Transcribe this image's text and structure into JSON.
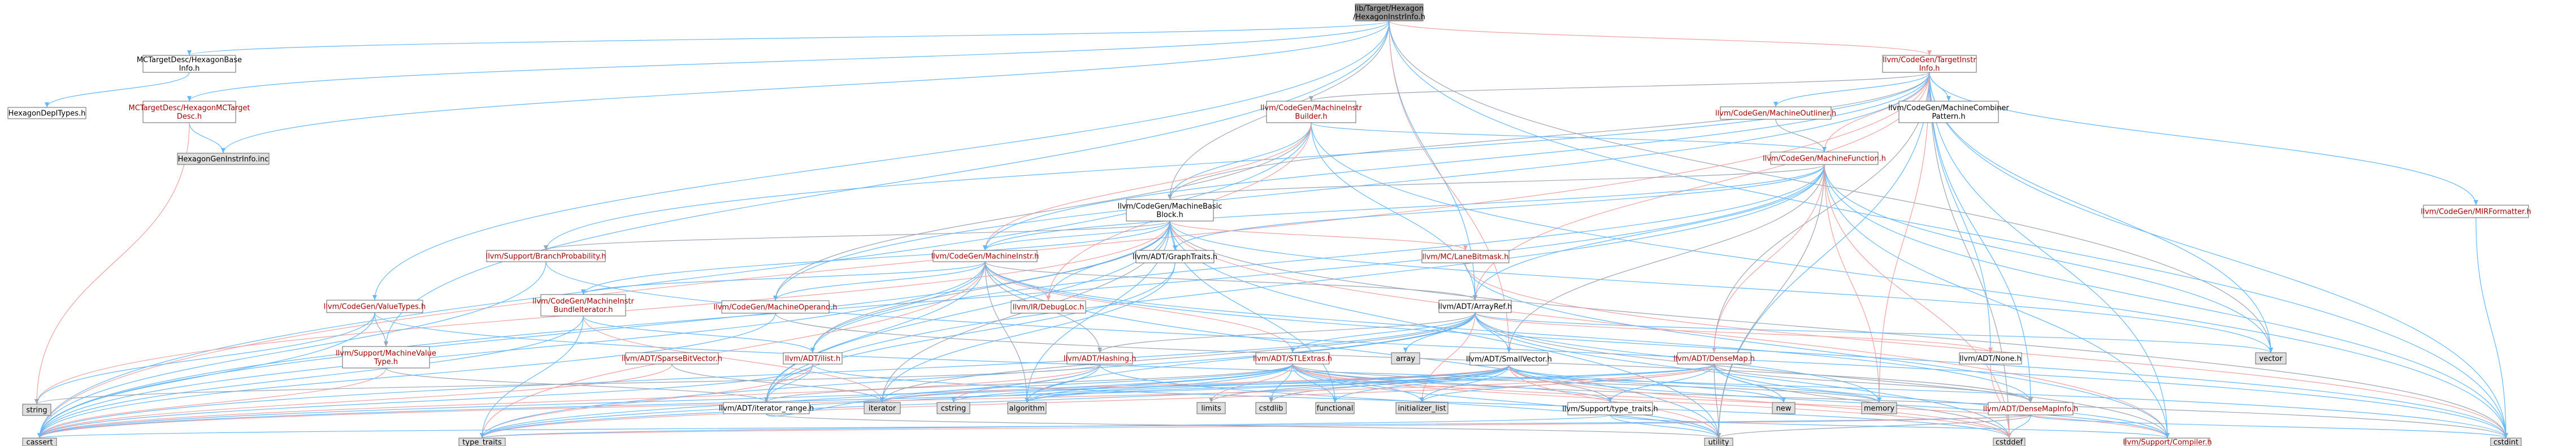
{
  "colors": {
    "root_fill": "#9a9a9a",
    "node_fill": "#ffffff",
    "red_text": "#a50000",
    "system_fill": "#e0e0e0",
    "edge_main": "#63b8ff",
    "edge_alt": "#f2a1a1",
    "edge_gray": "#9aa5b5"
  },
  "diagram": {
    "nodes": [
      {
        "id": "root",
        "lines": [
          "lib/Target/Hexagon",
          "/HexagonInstrInfo.h"
        ],
        "kind": "root"
      },
      {
        "id": "mctdesc_base",
        "lines": [
          "MCTargetDesc/HexagonBase",
          "Info.h"
        ],
        "kind": "plain"
      },
      {
        "id": "hexdeptypes",
        "lines": [
          "HexagonDepITypes.h"
        ],
        "kind": "plain"
      },
      {
        "id": "mctdesc_mc",
        "lines": [
          "MCTargetDesc/HexagonMCTarget",
          "Desc.h"
        ],
        "kind": "red"
      },
      {
        "id": "genii",
        "lines": [
          "HexagonGenInstrInfo.inc"
        ],
        "kind": "system"
      },
      {
        "id": "tii",
        "lines": [
          "llvm/CodeGen/TargetInstr",
          "Info.h"
        ],
        "kind": "red"
      },
      {
        "id": "mib",
        "lines": [
          "llvm/CodeGen/MachineInstr",
          "Builder.h"
        ],
        "kind": "red"
      },
      {
        "id": "moutl",
        "lines": [
          "llvm/CodeGen/MachineOutliner.h"
        ],
        "kind": "red"
      },
      {
        "id": "mcomb",
        "lines": [
          "llvm/CodeGen/MachineCombiner",
          "Pattern.h"
        ],
        "kind": "plain"
      },
      {
        "id": "mirfmt",
        "lines": [
          "llvm/CodeGen/MIRFormatter.h"
        ],
        "kind": "red"
      },
      {
        "id": "mf",
        "lines": [
          "llvm/CodeGen/MachineFunction.h"
        ],
        "kind": "red"
      },
      {
        "id": "mbb",
        "lines": [
          "llvm/CodeGen/MachineBasic",
          "Block.h"
        ],
        "kind": "plain"
      },
      {
        "id": "bprob",
        "lines": [
          "llvm/Support/BranchProbability.h"
        ],
        "kind": "red"
      },
      {
        "id": "mi",
        "lines": [
          "llvm/CodeGen/MachineInstr.h"
        ],
        "kind": "red"
      },
      {
        "id": "graphtraits",
        "lines": [
          "llvm/ADT/GraphTraits.h"
        ],
        "kind": "plain"
      },
      {
        "id": "lanebm",
        "lines": [
          "llvm/MC/LaneBitmask.h"
        ],
        "kind": "red"
      },
      {
        "id": "vtypes",
        "lines": [
          "llvm/CodeGen/ValueTypes.h"
        ],
        "kind": "red"
      },
      {
        "id": "mibundle",
        "lines": [
          "llvm/CodeGen/MachineInstr",
          "BundleIterator.h"
        ],
        "kind": "red"
      },
      {
        "id": "mop",
        "lines": [
          "llvm/CodeGen/MachineOperand.h"
        ],
        "kind": "red"
      },
      {
        "id": "debugloc",
        "lines": [
          "llvm/IR/DebugLoc.h"
        ],
        "kind": "red"
      },
      {
        "id": "arrayref",
        "lines": [
          "llvm/ADT/ArrayRef.h"
        ],
        "kind": "plain"
      },
      {
        "id": "mvt",
        "lines": [
          "llvm/Support/MachineValue",
          "Type.h"
        ],
        "kind": "red"
      },
      {
        "id": "sbv",
        "lines": [
          "llvm/ADT/SparseBitVector.h"
        ],
        "kind": "red"
      },
      {
        "id": "ilist",
        "lines": [
          "llvm/ADT/ilist.h"
        ],
        "kind": "red"
      },
      {
        "id": "hashing",
        "lines": [
          "llvm/ADT/Hashing.h"
        ],
        "kind": "red"
      },
      {
        "id": "stlextras",
        "lines": [
          "llvm/ADT/STLExtras.h"
        ],
        "kind": "red"
      },
      {
        "id": "array",
        "lines": [
          "array"
        ],
        "kind": "system"
      },
      {
        "id": "smallvec",
        "lines": [
          "llvm/ADT/SmallVector.h"
        ],
        "kind": "plain"
      },
      {
        "id": "densemap",
        "lines": [
          "llvm/ADT/DenseMap.h"
        ],
        "kind": "red"
      },
      {
        "id": "none",
        "lines": [
          "llvm/ADT/None.h"
        ],
        "kind": "plain"
      },
      {
        "id": "vector",
        "lines": [
          "vector"
        ],
        "kind": "system"
      },
      {
        "id": "string",
        "lines": [
          "string"
        ],
        "kind": "system"
      },
      {
        "id": "irange",
        "lines": [
          "llvm/ADT/iterator_range.h"
        ],
        "kind": "plain"
      },
      {
        "id": "iterator",
        "lines": [
          "iterator"
        ],
        "kind": "system"
      },
      {
        "id": "cstring",
        "lines": [
          "cstring"
        ],
        "kind": "system"
      },
      {
        "id": "algorithm",
        "lines": [
          "algorithm"
        ],
        "kind": "system"
      },
      {
        "id": "limits",
        "lines": [
          "limits"
        ],
        "kind": "system"
      },
      {
        "id": "cstdlib",
        "lines": [
          "cstdlib"
        ],
        "kind": "system"
      },
      {
        "id": "functional",
        "lines": [
          "functional"
        ],
        "kind": "system"
      },
      {
        "id": "initlist",
        "lines": [
          "initializer_list"
        ],
        "kind": "system"
      },
      {
        "id": "typetraits_h",
        "lines": [
          "llvm/Support/type_traits.h"
        ],
        "kind": "plain"
      },
      {
        "id": "new",
        "lines": [
          "new"
        ],
        "kind": "system"
      },
      {
        "id": "memory",
        "lines": [
          "memory"
        ],
        "kind": "system"
      },
      {
        "id": "densemapinfo",
        "lines": [
          "llvm/ADT/DenseMapInfo.h"
        ],
        "kind": "red"
      },
      {
        "id": "cassert",
        "lines": [
          "cassert"
        ],
        "kind": "system"
      },
      {
        "id": "type_traits",
        "lines": [
          "type_traits"
        ],
        "kind": "system"
      },
      {
        "id": "utility",
        "lines": [
          "utility"
        ],
        "kind": "system"
      },
      {
        "id": "cstddef",
        "lines": [
          "cstddef"
        ],
        "kind": "system"
      },
      {
        "id": "compiler",
        "lines": [
          "llvm/Support/Compiler.h"
        ],
        "kind": "red"
      },
      {
        "id": "cstdint",
        "lines": [
          "cstdint"
        ],
        "kind": "system"
      }
    ],
    "edges": [
      [
        "root",
        "mctdesc_base"
      ],
      [
        "root",
        "mctdesc_mc"
      ],
      [
        "root",
        "genii"
      ],
      [
        "root",
        "tii"
      ],
      [
        "root",
        "mbb"
      ],
      [
        "root",
        "vtypes"
      ],
      [
        "root",
        "mvt"
      ],
      [
        "root",
        "arrayref"
      ],
      [
        "root",
        "smallvec"
      ],
      [
        "root",
        "vector"
      ],
      [
        "root",
        "cstdint"
      ],
      [
        "mctdesc_base",
        "hexdeptypes"
      ],
      [
        "mctdesc_mc",
        "genii"
      ],
      [
        "mctdesc_mc",
        "string"
      ],
      [
        "tii",
        "mib"
      ],
      [
        "tii",
        "moutl"
      ],
      [
        "tii",
        "mcomb"
      ],
      [
        "tii",
        "mirfmt"
      ],
      [
        "tii",
        "mf"
      ],
      [
        "tii",
        "mbb"
      ],
      [
        "tii",
        "mi"
      ],
      [
        "tii",
        "mop"
      ],
      [
        "tii",
        "bprob"
      ],
      [
        "tii",
        "arrayref"
      ],
      [
        "tii",
        "densemap"
      ],
      [
        "tii",
        "densemapinfo"
      ],
      [
        "tii",
        "none"
      ],
      [
        "tii",
        "vector"
      ],
      [
        "tii",
        "cassert"
      ],
      [
        "tii",
        "cstddef"
      ],
      [
        "tii",
        "cstdint"
      ],
      [
        "tii",
        "utility"
      ],
      [
        "tii",
        "compiler"
      ],
      [
        "tii",
        "memory"
      ],
      [
        "moutl",
        "mf"
      ],
      [
        "mirfmt",
        "cstdint"
      ],
      [
        "mib",
        "mf"
      ],
      [
        "mib",
        "mbb"
      ],
      [
        "mib",
        "mi"
      ],
      [
        "mib",
        "mop"
      ],
      [
        "mib",
        "arrayref"
      ],
      [
        "mib",
        "cassert"
      ],
      [
        "mib",
        "cstdint"
      ],
      [
        "mib",
        "debugloc"
      ],
      [
        "mf",
        "mbb"
      ],
      [
        "mf",
        "mi"
      ],
      [
        "mf",
        "graphtraits"
      ],
      [
        "mf",
        "arrayref"
      ],
      [
        "mf",
        "densemap"
      ],
      [
        "mf",
        "smallvec"
      ],
      [
        "mf",
        "ilist"
      ],
      [
        "mf",
        "irange"
      ],
      [
        "mf",
        "vector"
      ],
      [
        "mf",
        "memory"
      ],
      [
        "mf",
        "utility"
      ],
      [
        "mf",
        "cassert"
      ],
      [
        "mf",
        "cstdint"
      ],
      [
        "mf",
        "compiler"
      ],
      [
        "mf",
        "cstddef"
      ],
      [
        "mbb",
        "bprob"
      ],
      [
        "mbb",
        "mi"
      ],
      [
        "mbb",
        "mibundle"
      ],
      [
        "mbb",
        "graphtraits"
      ],
      [
        "mbb",
        "lanebm"
      ],
      [
        "mbb",
        "ilist"
      ],
      [
        "mbb",
        "irange"
      ],
      [
        "mbb",
        "debugloc"
      ],
      [
        "mbb",
        "vector"
      ],
      [
        "mbb",
        "string"
      ],
      [
        "mbb",
        "iterator"
      ],
      [
        "mbb",
        "cassert"
      ],
      [
        "mbb",
        "functional"
      ],
      [
        "mbb",
        "utility"
      ],
      [
        "mbb",
        "compiler"
      ],
      [
        "mbb",
        "cstdint"
      ],
      [
        "mbb",
        "algorithm"
      ],
      [
        "mi",
        "mop"
      ],
      [
        "mi",
        "mibundle"
      ],
      [
        "mi",
        "debugloc"
      ],
      [
        "mi",
        "arrayref"
      ],
      [
        "mi",
        "densemapinfo"
      ],
      [
        "mi",
        "ilist"
      ],
      [
        "mi",
        "irange"
      ],
      [
        "mi",
        "stlextras"
      ],
      [
        "mi",
        "algorithm"
      ],
      [
        "mi",
        "cassert"
      ],
      [
        "mi",
        "cstdint"
      ],
      [
        "mi",
        "utility"
      ],
      [
        "mi",
        "type_traits"
      ],
      [
        "mi",
        "hashing"
      ],
      [
        "graphtraits",
        "irange"
      ],
      [
        "graphtraits",
        "iterator"
      ],
      [
        "lanebm",
        "compiler"
      ],
      [
        "lanebm",
        "cstdint"
      ],
      [
        "vtypes",
        "mvt"
      ],
      [
        "vtypes",
        "cassert"
      ],
      [
        "vtypes",
        "cstdint"
      ],
      [
        "vtypes",
        "string"
      ],
      [
        "mvt",
        "cassert"
      ],
      [
        "mvt",
        "irange"
      ],
      [
        "mibundle",
        "ilist"
      ],
      [
        "mibundle",
        "cassert"
      ],
      [
        "mibundle",
        "type_traits"
      ],
      [
        "mibundle",
        "iterator"
      ],
      [
        "mop",
        "densemapinfo"
      ],
      [
        "mop",
        "cassert"
      ],
      [
        "bprob",
        "cassert"
      ],
      [
        "bprob",
        "cstdint"
      ],
      [
        "sbv",
        "cassert"
      ],
      [
        "sbv",
        "iterator"
      ],
      [
        "ilist",
        "irange"
      ],
      [
        "ilist",
        "cassert"
      ],
      [
        "ilist",
        "cstddef"
      ],
      [
        "ilist",
        "type_traits"
      ],
      [
        "arrayref",
        "hashing"
      ],
      [
        "arrayref",
        "stlextras"
      ],
      [
        "arrayref",
        "array"
      ],
      [
        "arrayref",
        "smallvec"
      ],
      [
        "arrayref",
        "none"
      ],
      [
        "arrayref",
        "compiler"
      ],
      [
        "arrayref",
        "algorithm"
      ],
      [
        "arrayref",
        "cassert"
      ],
      [
        "arrayref",
        "cstddef"
      ],
      [
        "arrayref",
        "initlist"
      ],
      [
        "arrayref",
        "iterator"
      ],
      [
        "arrayref",
        "memory"
      ],
      [
        "arrayref",
        "type_traits"
      ],
      [
        "arrayref",
        "vector"
      ],
      [
        "hashing",
        "cstring"
      ],
      [
        "hashing",
        "string"
      ],
      [
        "hashing",
        "utility"
      ],
      [
        "hashing",
        "type_traits"
      ],
      [
        "hashing",
        "algorithm"
      ],
      [
        "hashing",
        "cassert"
      ],
      [
        "stlextras",
        "irange"
      ],
      [
        "stlextras",
        "iterator"
      ],
      [
        "stlextras",
        "algorithm"
      ],
      [
        "stlextras",
        "cassert"
      ],
      [
        "stlextras",
        "cstddef"
      ],
      [
        "stlextras",
        "cstdint"
      ],
      [
        "stlextras",
        "cstdlib"
      ],
      [
        "stlextras",
        "functional"
      ],
      [
        "stlextras",
        "initlist"
      ],
      [
        "stlextras",
        "limits"
      ],
      [
        "stlextras",
        "memory"
      ],
      [
        "stlextras",
        "type_traits"
      ],
      [
        "stlextras",
        "utility"
      ],
      [
        "stlextras",
        "typetraits_h"
      ],
      [
        "stlextras",
        "compiler"
      ],
      [
        "smallvec",
        "typetraits_h"
      ],
      [
        "smallvec",
        "compiler"
      ],
      [
        "smallvec",
        "algorithm"
      ],
      [
        "smallvec",
        "cassert"
      ],
      [
        "smallvec",
        "cstddef"
      ],
      [
        "smallvec",
        "cstdlib"
      ],
      [
        "smallvec",
        "cstring"
      ],
      [
        "smallvec",
        "functional"
      ],
      [
        "smallvec",
        "initlist"
      ],
      [
        "smallvec",
        "iterator"
      ],
      [
        "smallvec",
        "limits"
      ],
      [
        "smallvec",
        "memory"
      ],
      [
        "smallvec",
        "new"
      ],
      [
        "smallvec",
        "type_traits"
      ],
      [
        "smallvec",
        "utility"
      ],
      [
        "densemap",
        "densemapinfo"
      ],
      [
        "densemap",
        "typetraits_h"
      ],
      [
        "densemap",
        "compiler"
      ],
      [
        "densemap",
        "algorithm"
      ],
      [
        "densemap",
        "cassert"
      ],
      [
        "densemap",
        "cstddef"
      ],
      [
        "densemap",
        "initlist"
      ],
      [
        "densemap",
        "iterator"
      ],
      [
        "densemap",
        "new"
      ],
      [
        "densemap",
        "type_traits"
      ],
      [
        "densemap",
        "utility"
      ],
      [
        "densemapinfo",
        "cassert"
      ],
      [
        "densemapinfo",
        "cstddef"
      ],
      [
        "densemapinfo",
        "cstdint"
      ],
      [
        "densemapinfo",
        "type_traits"
      ],
      [
        "densemapinfo",
        "utility"
      ],
      [
        "typetraits_h",
        "utility"
      ],
      [
        "typetraits_h",
        "type_traits"
      ],
      [
        "typetraits_h",
        "compiler"
      ],
      [
        "none",
        "cstddef"
      ],
      [
        "irange",
        "utility"
      ],
      [
        "irange",
        "iterator"
      ],
      [
        "mcomb",
        "mcomb"
      ]
    ]
  }
}
